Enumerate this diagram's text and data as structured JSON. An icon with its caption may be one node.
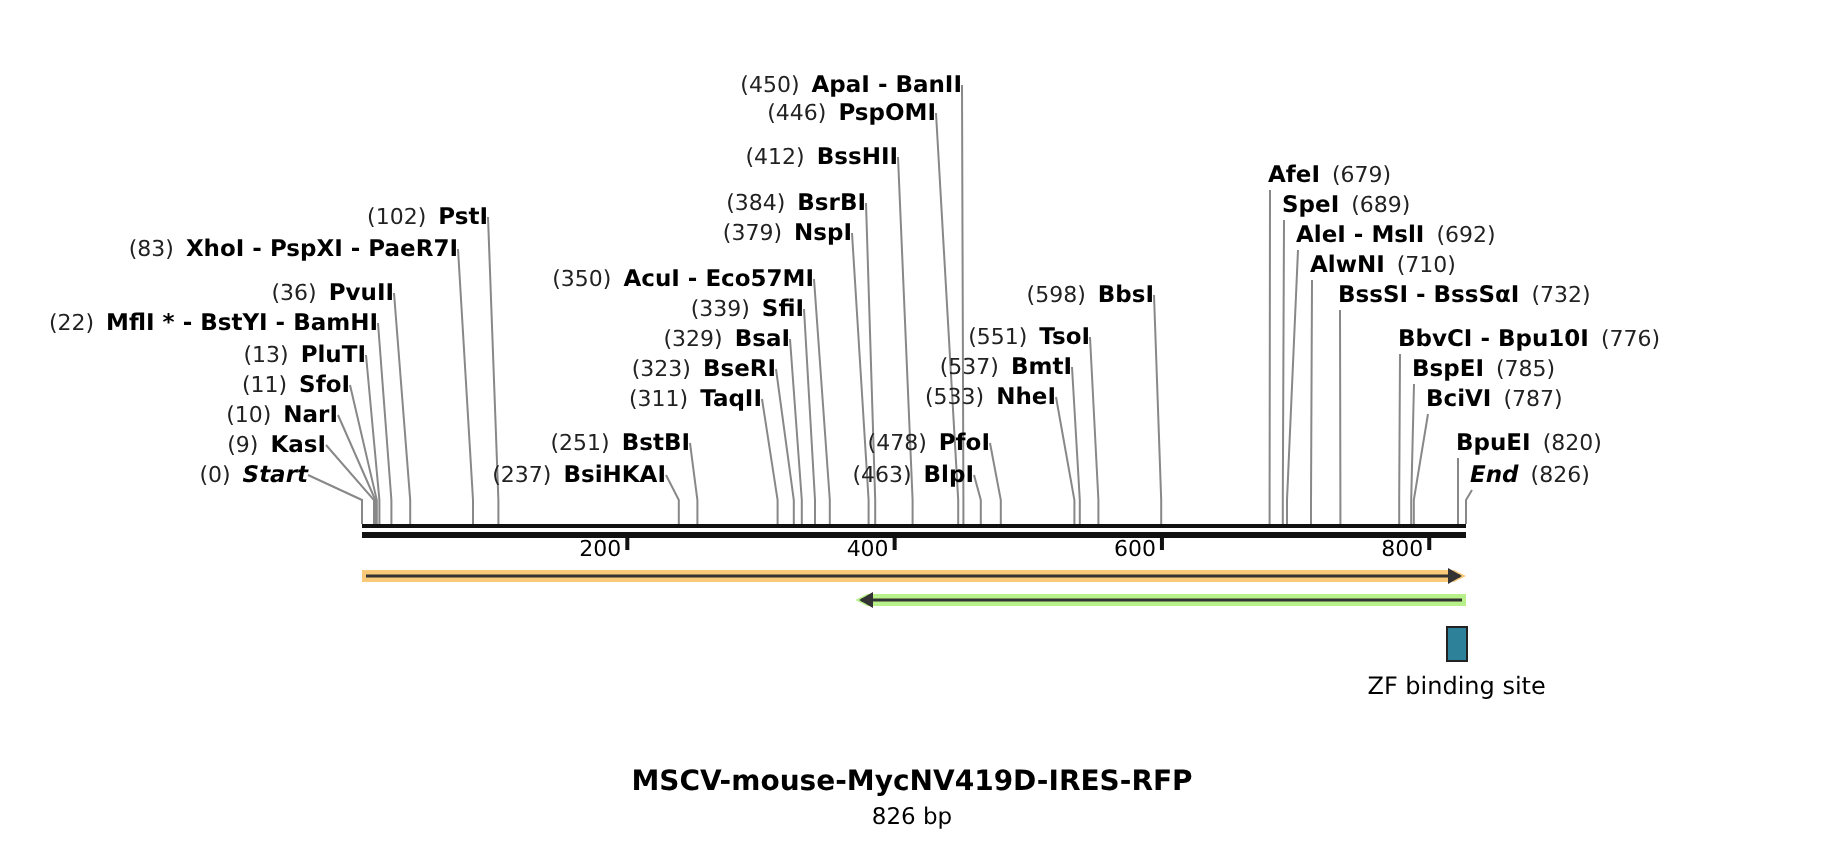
{
  "diagram": {
    "title": "MSCV-mouse-MycNV419D-IRES-RFP",
    "caption": "826 bp",
    "nodes": [
      {
        "text": [
          "(0)",
          "Start"
        ]
      },
      {
        "text": [
          "(9)",
          "KasI"
        ]
      },
      {
        "text": [
          "(10)",
          "NarI"
        ]
      },
      {
        "text": [
          "(11)",
          "SfoI"
        ]
      },
      {
        "text": [
          "(13)",
          "PluTI"
        ]
      },
      {
        "text": [
          "(22)",
          "MflI * - BstYI - BamHI"
        ]
      },
      {
        "text": [
          "(36)",
          "PvuII"
        ]
      },
      {
        "text": [
          "(83)",
          "XhoI - PspXI - PaeR7I"
        ]
      },
      {
        "text": [
          "(102)",
          "PstI"
        ]
      },
      {
        "text": [
          "(237)",
          "BsiHKAI"
        ]
      },
      {
        "text": [
          "(251)",
          "BstBI"
        ]
      },
      {
        "text": [
          "(311)",
          "TaqII"
        ]
      },
      {
        "text": [
          "(323)",
          "BseRI"
        ]
      },
      {
        "text": [
          "(329)",
          "BsaI"
        ]
      },
      {
        "text": [
          "(339)",
          "SfiI"
        ]
      },
      {
        "text": [
          "(350)",
          "AcuI - Eco57MI"
        ]
      },
      {
        "text": [
          "(379)",
          "NspI"
        ]
      },
      {
        "text": [
          "(384)",
          "BsrBI"
        ]
      },
      {
        "text": [
          "(412)",
          "BssHII"
        ]
      },
      {
        "text": [
          "(446)",
          "PspOMI"
        ]
      },
      {
        "text": [
          "(450)",
          "ApaI - BanII"
        ]
      },
      {
        "text": [
          "(463)",
          "BlpI"
        ]
      },
      {
        "text": [
          "(478)",
          "PfoI"
        ]
      },
      {
        "text": [
          "(533)",
          "NheI"
        ]
      },
      {
        "text": [
          "(537)",
          "BmtI"
        ]
      },
      {
        "text": [
          "(551)",
          "TsoI"
        ]
      },
      {
        "text": [
          "(598)",
          "BbsI"
        ]
      },
      {
        "text": [
          "AfeI",
          "(679)"
        ]
      },
      {
        "text": [
          "SpeI",
          "(689)"
        ]
      },
      {
        "text": [
          "AleI - MslI",
          "(692)"
        ]
      },
      {
        "text": [
          "AlwNI",
          "(710)"
        ]
      },
      {
        "text": [
          "BssSI - BssSαI",
          "(732)"
        ]
      },
      {
        "text": [
          "BbvCI - Bpu10I",
          "(776)"
        ]
      },
      {
        "text": [
          "BspEI",
          "(785)"
        ]
      },
      {
        "text": [
          "BciVI",
          "(787)"
        ]
      },
      {
        "text": [
          "BpuEI",
          "(820)"
        ]
      },
      {
        "text": [
          "End",
          "(826)"
        ]
      },
      {
        "text": [
          "ZF binding site"
        ]
      },
      {
        "text": [],
        "shape": "bar",
        "beside": [
          "200",
          "400",
          "600",
          "800"
        ]
      }
    ],
    "edges": [
      {
        "from": 0,
        "to": 38,
        "arrow": "none"
      },
      {
        "from": 1,
        "to": 38,
        "arrow": "none"
      },
      {
        "from": 2,
        "to": 38,
        "arrow": "none"
      },
      {
        "from": 3,
        "to": 38,
        "arrow": "none"
      },
      {
        "from": 4,
        "to": 38,
        "arrow": "none"
      },
      {
        "from": 5,
        "to": 38,
        "arrow": "none"
      },
      {
        "from": 6,
        "to": 38,
        "arrow": "none"
      },
      {
        "from": 7,
        "to": 38,
        "arrow": "none"
      },
      {
        "from": 8,
        "to": 38,
        "arrow": "none"
      },
      {
        "from": 9,
        "to": 38,
        "arrow": "none"
      },
      {
        "from": 10,
        "to": 38,
        "arrow": "none"
      },
      {
        "from": 11,
        "to": 38,
        "arrow": "none"
      },
      {
        "from": 12,
        "to": 38,
        "arrow": "none"
      },
      {
        "from": 13,
        "to": 38,
        "arrow": "none"
      },
      {
        "from": 14,
        "to": 38,
        "arrow": "none"
      },
      {
        "from": 15,
        "to": 38,
        "arrow": "none"
      },
      {
        "from": 16,
        "to": 38,
        "arrow": "none"
      },
      {
        "from": 17,
        "to": 38,
        "arrow": "none"
      },
      {
        "from": 18,
        "to": 38,
        "arrow": "none"
      },
      {
        "from": 19,
        "to": 38,
        "arrow": "none"
      },
      {
        "from": 20,
        "to": 38,
        "arrow": "none"
      },
      {
        "from": 21,
        "to": 38,
        "arrow": "none"
      },
      {
        "from": 22,
        "to": 38,
        "arrow": "none"
      },
      {
        "from": 23,
        "to": 38,
        "arrow": "none"
      },
      {
        "from": 24,
        "to": 38,
        "arrow": "none"
      },
      {
        "from": 25,
        "to": 38,
        "arrow": "none"
      },
      {
        "from": 26,
        "to": 38,
        "arrow": "none"
      },
      {
        "from": 27,
        "to": 38,
        "arrow": "none"
      },
      {
        "from": 28,
        "to": 38,
        "arrow": "none"
      },
      {
        "from": 29,
        "to": 38,
        "arrow": "none"
      },
      {
        "from": 30,
        "to": 38,
        "arrow": "none"
      },
      {
        "from": 31,
        "to": 38,
        "arrow": "none"
      },
      {
        "from": 32,
        "to": 38,
        "arrow": "none"
      },
      {
        "from": 33,
        "to": 38,
        "arrow": "none"
      },
      {
        "from": 34,
        "to": 38,
        "arrow": "none"
      },
      {
        "from": 35,
        "to": 38,
        "arrow": "none"
      },
      {
        "from": 36,
        "to": 38,
        "arrow": "none"
      }
    ]
  }
}
